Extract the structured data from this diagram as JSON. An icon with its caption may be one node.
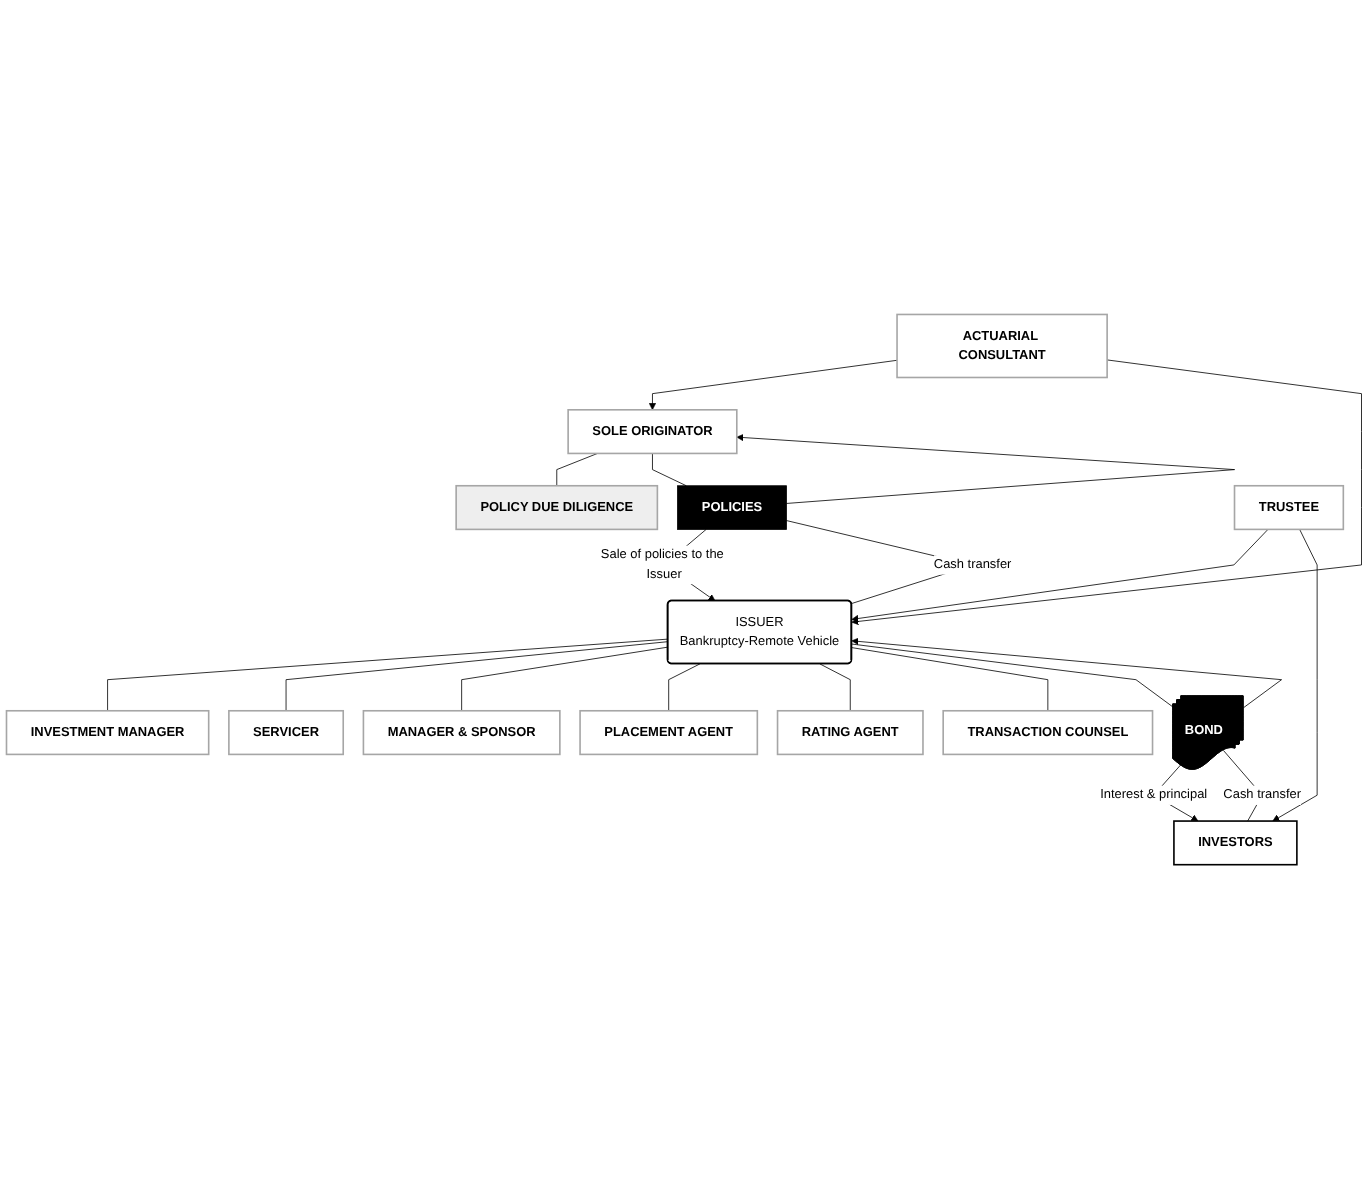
{
  "diagram": {
    "nodes": [
      {
        "text": [
          "SOLE ORIGINATOR"
        ]
      },
      {
        "text": [
          "POLICY DUE DILIGENCE"
        ]
      },
      {
        "text": [
          "ACTUARIAL CONSULTANT"
        ]
      },
      {
        "text": [
          "POLICIES"
        ]
      },
      {
        "text": [
          "INVESTMENT MANAGER"
        ]
      },
      {
        "text": [
          "ISSUER",
          "Bankruptcy-Remote Vehicle"
        ]
      },
      {
        "text": [
          "SERVICER"
        ]
      },
      {
        "text": [
          "MANAGER & SPONSOR"
        ]
      },
      {
        "text": [
          "PLACEMENT AGENT"
        ]
      },
      {
        "text": [
          "TRUSTEE"
        ]
      },
      {
        "text": [
          "BOND"
        ]
      },
      {
        "text": [
          "RATING AGENT"
        ]
      },
      {
        "text": [
          "TRANSACTION COUNSEL"
        ]
      },
      {
        "text": [
          "INVESTORS"
        ]
      }
    ],
    "edges": [
      {
        "from": 2,
        "to": 0,
        "arrow": "to"
      },
      {
        "from": 0,
        "to": 1,
        "arrow": "none"
      },
      {
        "from": 2,
        "to": 5,
        "arrow": "to"
      },
      {
        "from": 0,
        "to": 3,
        "arrow": "none"
      },
      {
        "from": 3,
        "to": 5,
        "arrow": "to",
        "label": "Sale of policies to the Issuer"
      },
      {
        "from": 5,
        "to": 3,
        "arrow": "none",
        "label": "Cash transfer"
      },
      {
        "from": 3,
        "to": 0,
        "arrow": "to"
      },
      {
        "from": 5,
        "to": 4,
        "arrow": "none"
      },
      {
        "from": 5,
        "to": 6,
        "arrow": "none"
      },
      {
        "from": 5,
        "to": 7,
        "arrow": "none"
      },
      {
        "from": 5,
        "to": 8,
        "arrow": "none"
      },
      {
        "from": 5,
        "to": 11,
        "arrow": "none"
      },
      {
        "from": 5,
        "to": 12,
        "arrow": "none"
      },
      {
        "from": 9,
        "to": 5,
        "arrow": "to"
      },
      {
        "from": 9,
        "to": 13,
        "arrow": "to"
      },
      {
        "from": 13,
        "to": 10,
        "arrow": "none",
        "label": "Cash transfer"
      },
      {
        "from": 10,
        "to": 5,
        "arrow": "to"
      },
      {
        "from": 5,
        "to": 10,
        "arrow": "none"
      },
      {
        "from": 10,
        "to": 13,
        "arrow": "to",
        "label": "Interest & principal"
      }
    ]
  }
}
